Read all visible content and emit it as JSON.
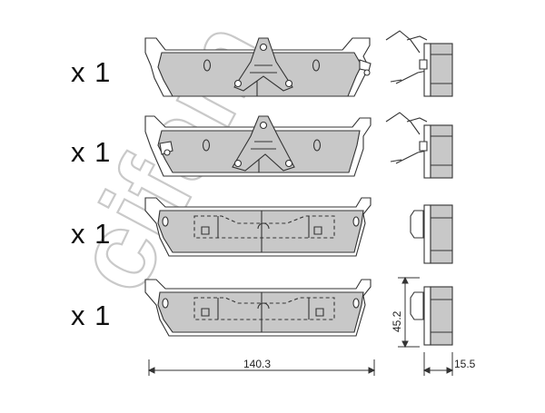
{
  "brand_watermark": "cifam",
  "rows": [
    {
      "quantity": "x 1"
    },
    {
      "quantity": "x 1"
    },
    {
      "quantity": "x 1"
    },
    {
      "quantity": "x 1"
    }
  ],
  "dimensions": {
    "width_label": "140.3",
    "height_label": "45.2",
    "thickness_label": "15.5"
  },
  "colors": {
    "pad_fill": "#c8c8c8",
    "backing_plate_fill": "#ffffff",
    "outline": "#333333",
    "watermark": "#c9c9c9"
  }
}
